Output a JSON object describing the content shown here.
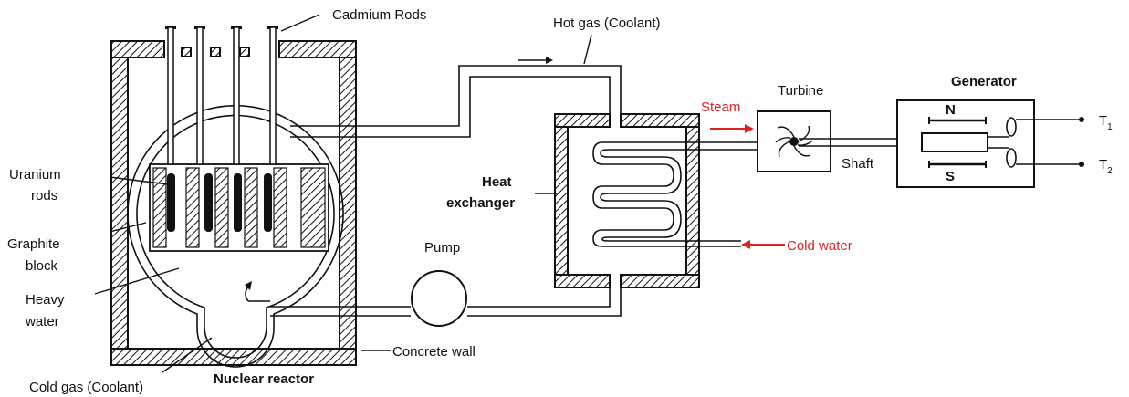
{
  "labels": {
    "cadmium_rods": "Cadmium Rods",
    "hot_gas": "Hot gas (Coolant)",
    "uranium_line1": "Uranium",
    "uranium_line2": "rods",
    "graphite_line1": "Graphite",
    "graphite_line2": "block",
    "heavy_line1": "Heavy",
    "heavy_line2": "water",
    "cold_gas": "Cold gas (Coolant)",
    "nuclear_reactor": "Nuclear reactor",
    "concrete_wall": "Concrete wall",
    "pump": "Pump",
    "heat_line1": "Heat",
    "heat_line2": "exchanger",
    "steam": "Steam",
    "cold_water": "Cold water",
    "turbine": "Turbine",
    "shaft": "Shaft",
    "generator": "Generator",
    "pole_n": "N",
    "pole_s": "S",
    "t1_main": "T",
    "t1_sub": "1",
    "t2_main": "T",
    "t2_sub": "2"
  },
  "colors": {
    "accent_red": "#e0221f",
    "line": "#111111"
  }
}
